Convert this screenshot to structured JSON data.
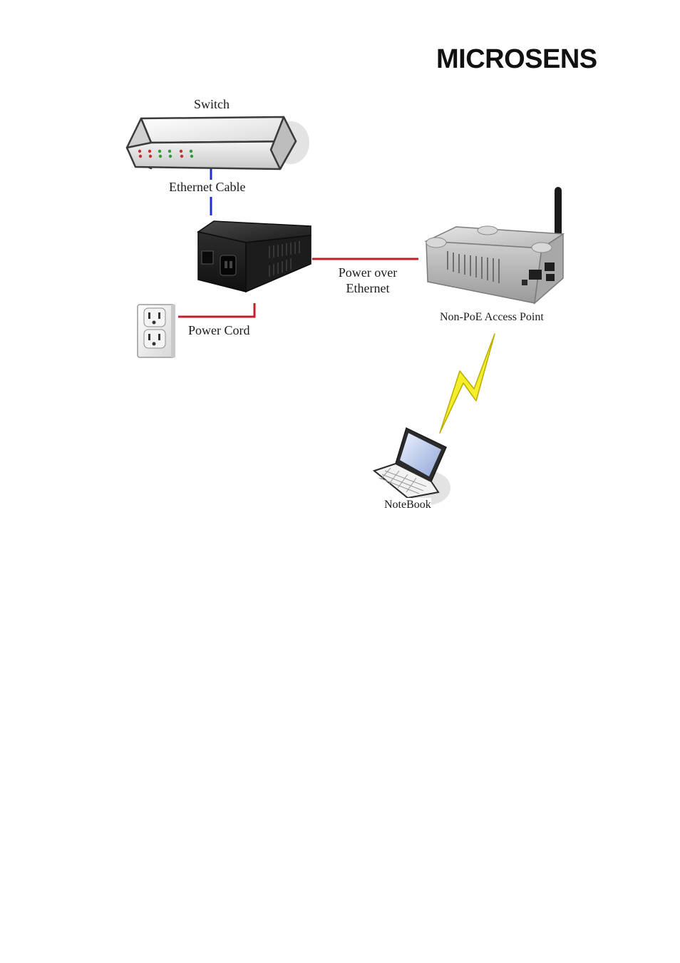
{
  "brand": {
    "logo_text": "MICROSENS"
  },
  "diagram": {
    "nodes": {
      "switch": "Switch",
      "access_point": "Non-PoE Access Point",
      "notebook": "NoteBook"
    },
    "links": {
      "ethernet_cable": "Ethernet Cable",
      "power_over_ethernet_line1": "Power over",
      "power_over_ethernet_line2": "Ethernet",
      "power_cord": "Power Cord"
    }
  },
  "colors": {
    "ethernet_cable": "#1f2bd6",
    "power_line": "#c0202a",
    "wireless_bolt": "#f5ee2a"
  },
  "icons": [
    "switch-icon",
    "poe-injector-icon",
    "wall-outlet-icon",
    "access-point-icon",
    "antenna-icon",
    "lightning-bolt-icon",
    "notebook-icon"
  ]
}
